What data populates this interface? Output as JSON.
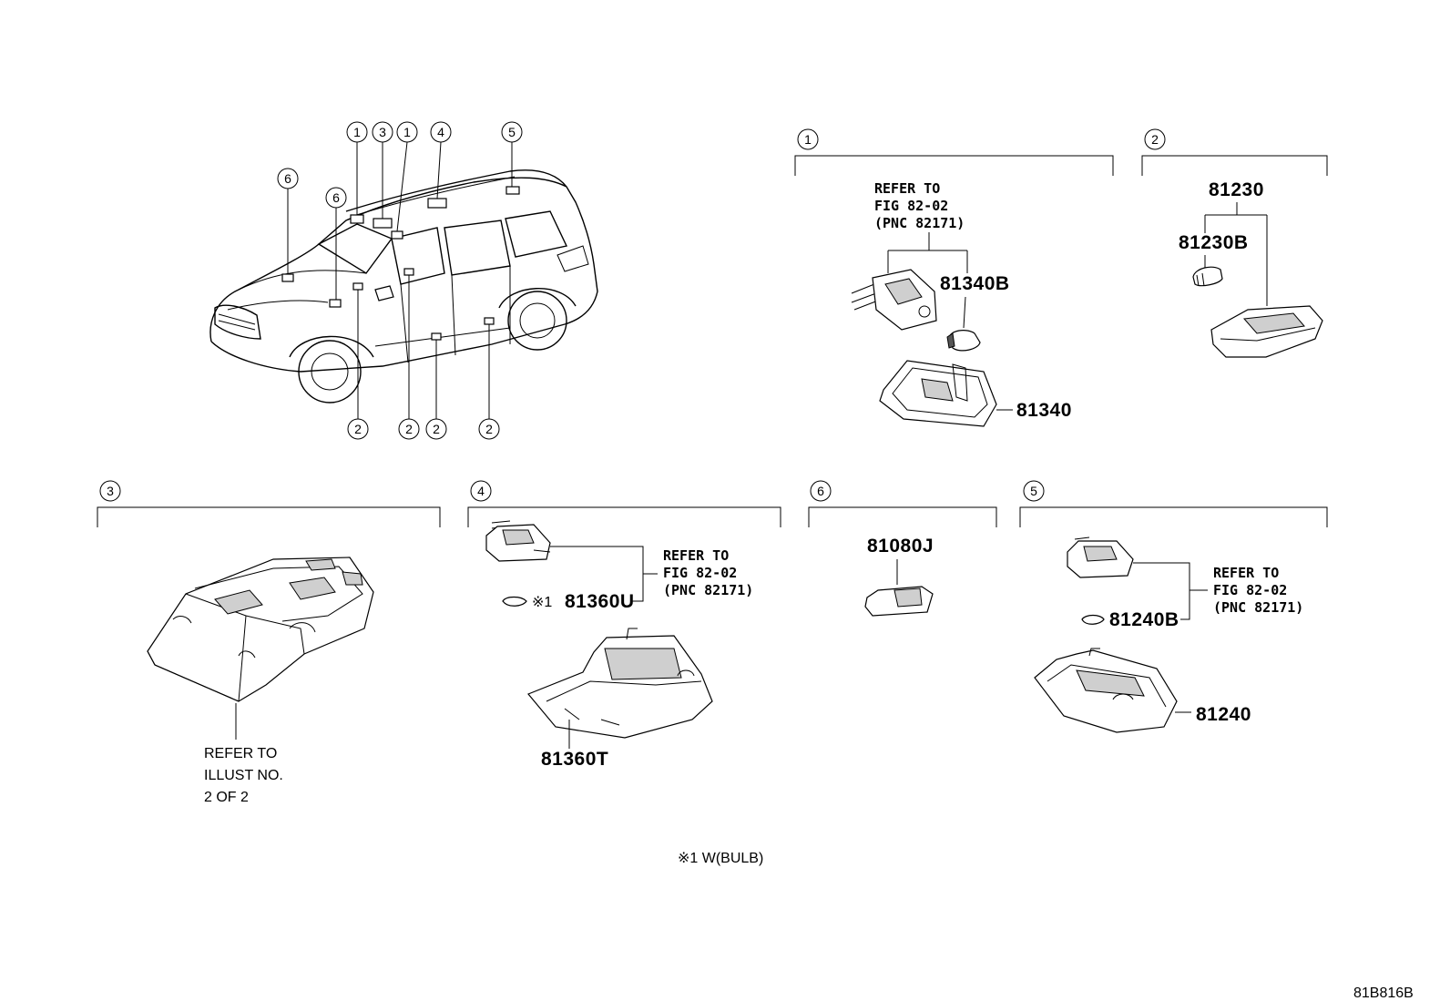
{
  "callouts": {
    "c1": "1",
    "c2": "2",
    "c3": "3",
    "c4": "4",
    "c5": "5",
    "c6": "6"
  },
  "groups": {
    "g1": {
      "number": "1",
      "refer": [
        "REFER TO",
        "FIG 82-02",
        "(PNC 82171)"
      ],
      "parts": [
        "81340B",
        "81340"
      ]
    },
    "g2": {
      "number": "2",
      "parts": [
        "81230",
        "81230B"
      ]
    },
    "g3": {
      "number": "3",
      "refer": [
        "REFER TO",
        "ILLUST NO.",
        "2 OF 2"
      ]
    },
    "g4": {
      "number": "4",
      "refer": [
        "REFER TO",
        "FIG 82-02",
        "(PNC 82171)"
      ],
      "note_mark": "※1",
      "parts": [
        "81360U",
        "81360T"
      ]
    },
    "g5": {
      "number": "5",
      "refer": [
        "REFER TO",
        "FIG 82-02",
        "(PNC 82171)"
      ],
      "parts": [
        "81240B",
        "81240"
      ]
    },
    "g6": {
      "number": "6",
      "parts": [
        "81080J"
      ]
    }
  },
  "footnote": "※1 W(BULB)",
  "diagram_id": "81B816B"
}
